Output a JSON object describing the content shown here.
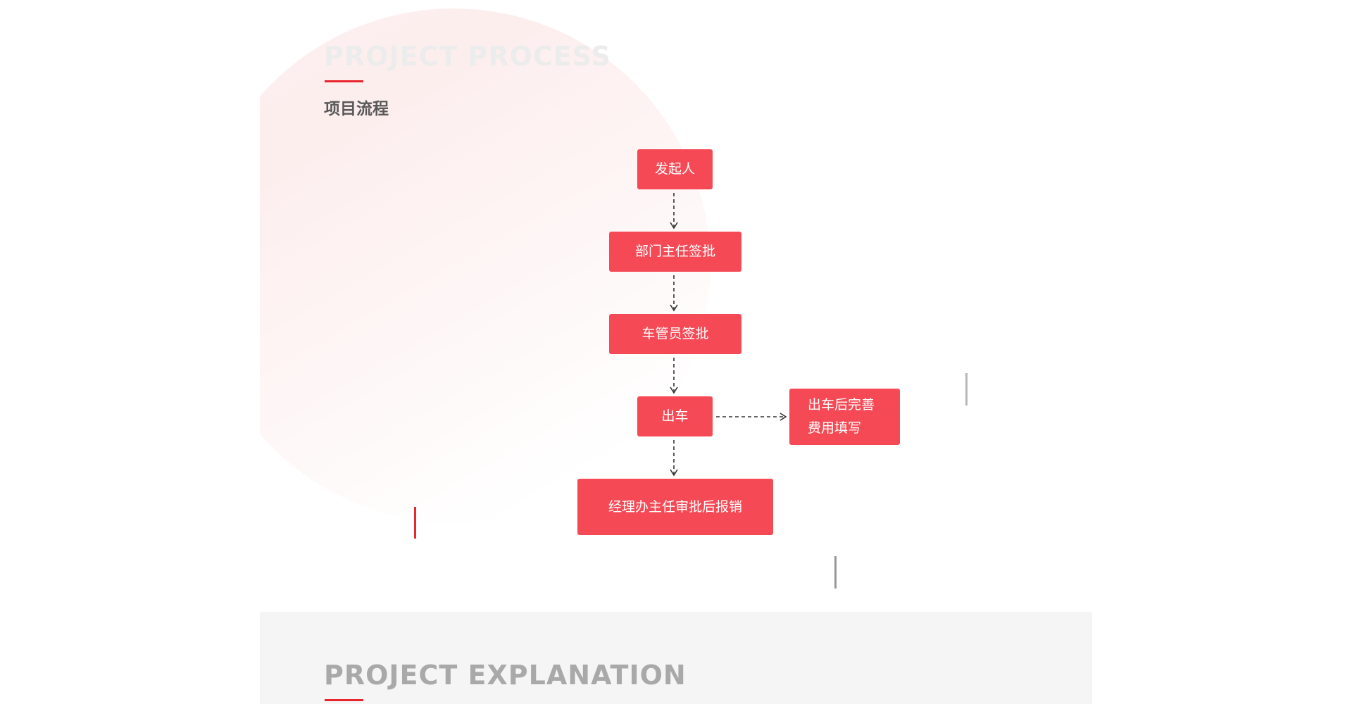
{
  "process_section": {
    "title_en": "PROJECT PROCESS",
    "title_cn": "项目流程"
  },
  "flow": {
    "nodes": {
      "initiator": "发起人",
      "dept_head_approval": "部门主任签批",
      "fleet_manager_approval": "车管员签批",
      "dispatch": "出车",
      "complete_expense_line1": "出车后完善",
      "complete_expense_line2": "费用填写",
      "manager_office_reimburse": "经理办主任审批后报销"
    }
  },
  "explanation_section": {
    "title_en": "PROJECT EXPLANATION"
  },
  "colors": {
    "accent_red": "#e8262d",
    "node_fill": "#f54a55",
    "arrow": "#333333",
    "divider_gray": "#b9b9b9"
  }
}
